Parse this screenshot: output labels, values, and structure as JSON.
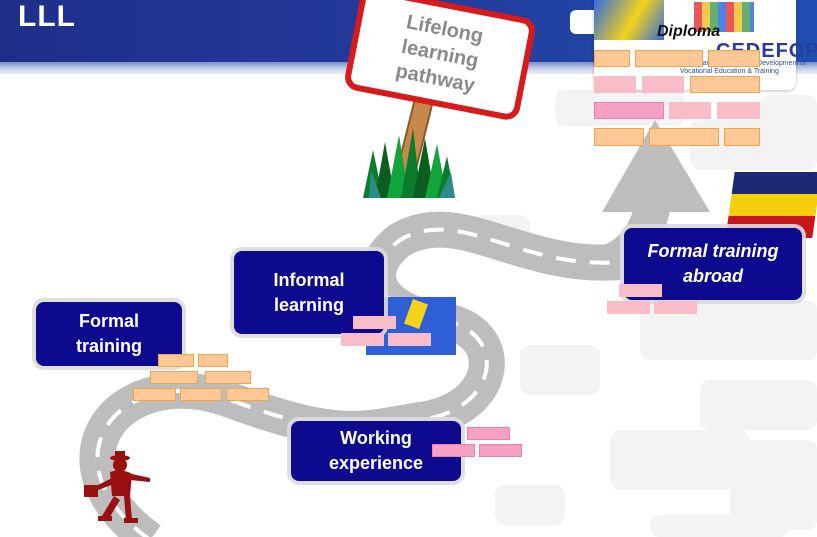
{
  "header": {
    "title": "LLL"
  },
  "sign": {
    "text": "Lifelong\nlearning\npathway"
  },
  "diploma": {
    "label": "Diploma",
    "brand": "CEDEFOP",
    "subtitle": "European Centre for the Development of\nVocational Education & Training"
  },
  "stages": [
    {
      "id": "formal-training",
      "label": "Formal\ntraining"
    },
    {
      "id": "informal-learning",
      "label": "Informal\nlearning"
    },
    {
      "id": "working-experience",
      "label": "Working\nexperience"
    },
    {
      "id": "formal-training-abroad",
      "label": "Formal training\nabroad"
    }
  ],
  "colors": {
    "box_fill": "#0e0a8f",
    "road": "#bdbdbd",
    "sign_border": "#d81a1a",
    "brick": "#ffc896",
    "brick_pink": "#fbbcc9",
    "traveller": "#9a0f0f"
  },
  "icons": [
    "traveller-icon",
    "grass-icon",
    "signpost-icon",
    "romania-flag-icon",
    "eu-flag-icon"
  ]
}
